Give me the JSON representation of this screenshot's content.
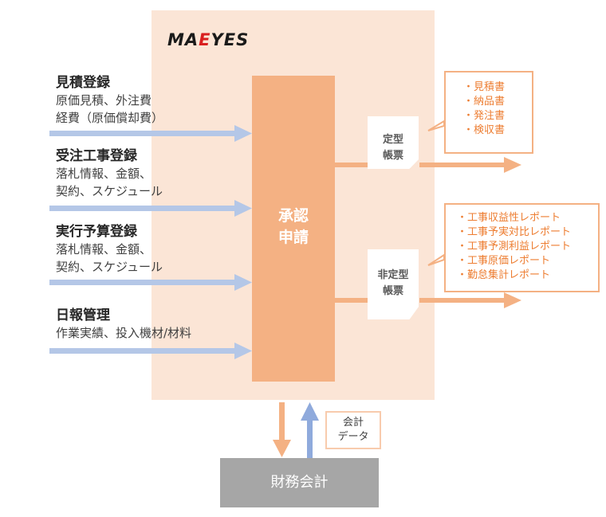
{
  "logo": {
    "prefix": "MA",
    "accent": "E",
    "suffix": "YES"
  },
  "approval": {
    "line1": "承認",
    "line2": "申請"
  },
  "inputs": [
    {
      "title": "見積登録",
      "line1": "原価見積、外注費",
      "line2": "経費（原価償却費）"
    },
    {
      "title": "受注工事登録",
      "line1": "落札情報、金額、",
      "line2": "契約、スケジュール"
    },
    {
      "title": "実行予算登録",
      "line1": "落札情報、金額、",
      "line2": "契約、スケジュール"
    },
    {
      "title": "日報管理",
      "line1": "作業実績、投入機材/材料"
    }
  ],
  "docs": {
    "fixed": {
      "line1": "定型",
      "line2": "帳票"
    },
    "nonfixed": {
      "line1": "非定型",
      "line2": "帳票"
    }
  },
  "callouts": {
    "fixed_items": [
      "見積書",
      "納品書",
      "発注書",
      "検収書"
    ],
    "nonfixed_items": [
      "工事収益性レポート",
      "工事予実対比レポート",
      "工事予測利益レポート",
      "工事原価レポート",
      "勤怠集計レポート"
    ]
  },
  "accounting": {
    "label": "財務会計"
  },
  "accounting_data": {
    "line1": "会計",
    "line2": "データ"
  },
  "colors": {
    "panel": "#fbe5d6",
    "approval": "#f4b183",
    "input_arrow": "#b4c7e7",
    "output_arrow": "#f4b183",
    "callout_text": "#ed7d31",
    "accounting": "#a6a6a6",
    "up_arrow": "#8faadc"
  }
}
